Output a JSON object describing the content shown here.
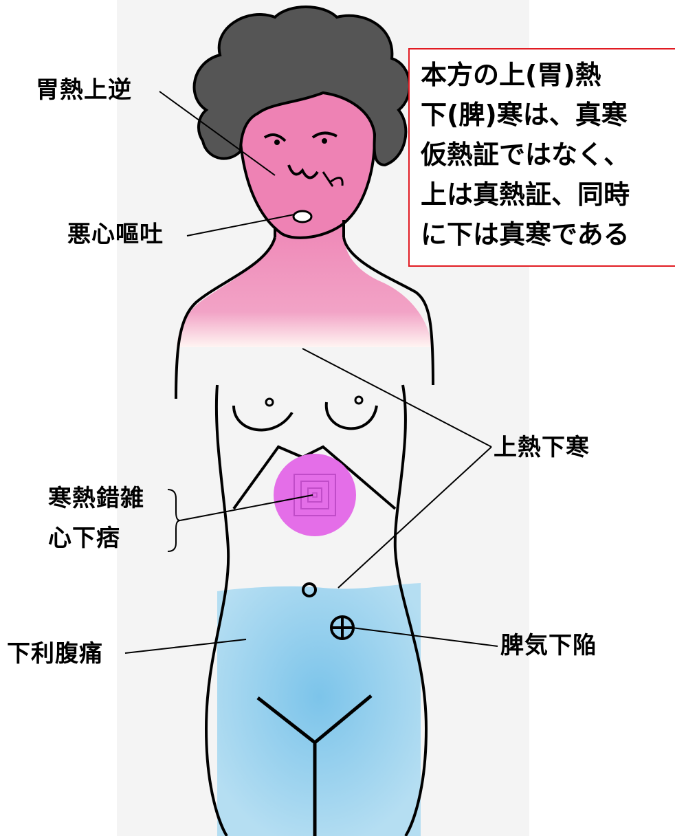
{
  "note": {
    "lines": [
      "本方の上(胃)熱",
      "下(脾)寒は、真寒",
      "仮熱証ではなく、",
      "上は真熱証、同時",
      "に下は真寒である"
    ]
  },
  "labels": {
    "stomach_heat": "胃熱上逆",
    "nausea": "悪心嘔吐",
    "upper_heat_lower_cold": "上熱下寒",
    "mixed_cold_heat": "寒熱錯雑",
    "epigastric": "心下痞",
    "diarrhea": "下利腹痛",
    "spleen_qi": "脾気下陥"
  },
  "colors": {
    "upper_heat": "#ee82b4",
    "lower_cold": "#9fd3ee",
    "epigastric_spot": "#e46ee8",
    "hair": "#555555",
    "note_border": "#e11b22"
  }
}
